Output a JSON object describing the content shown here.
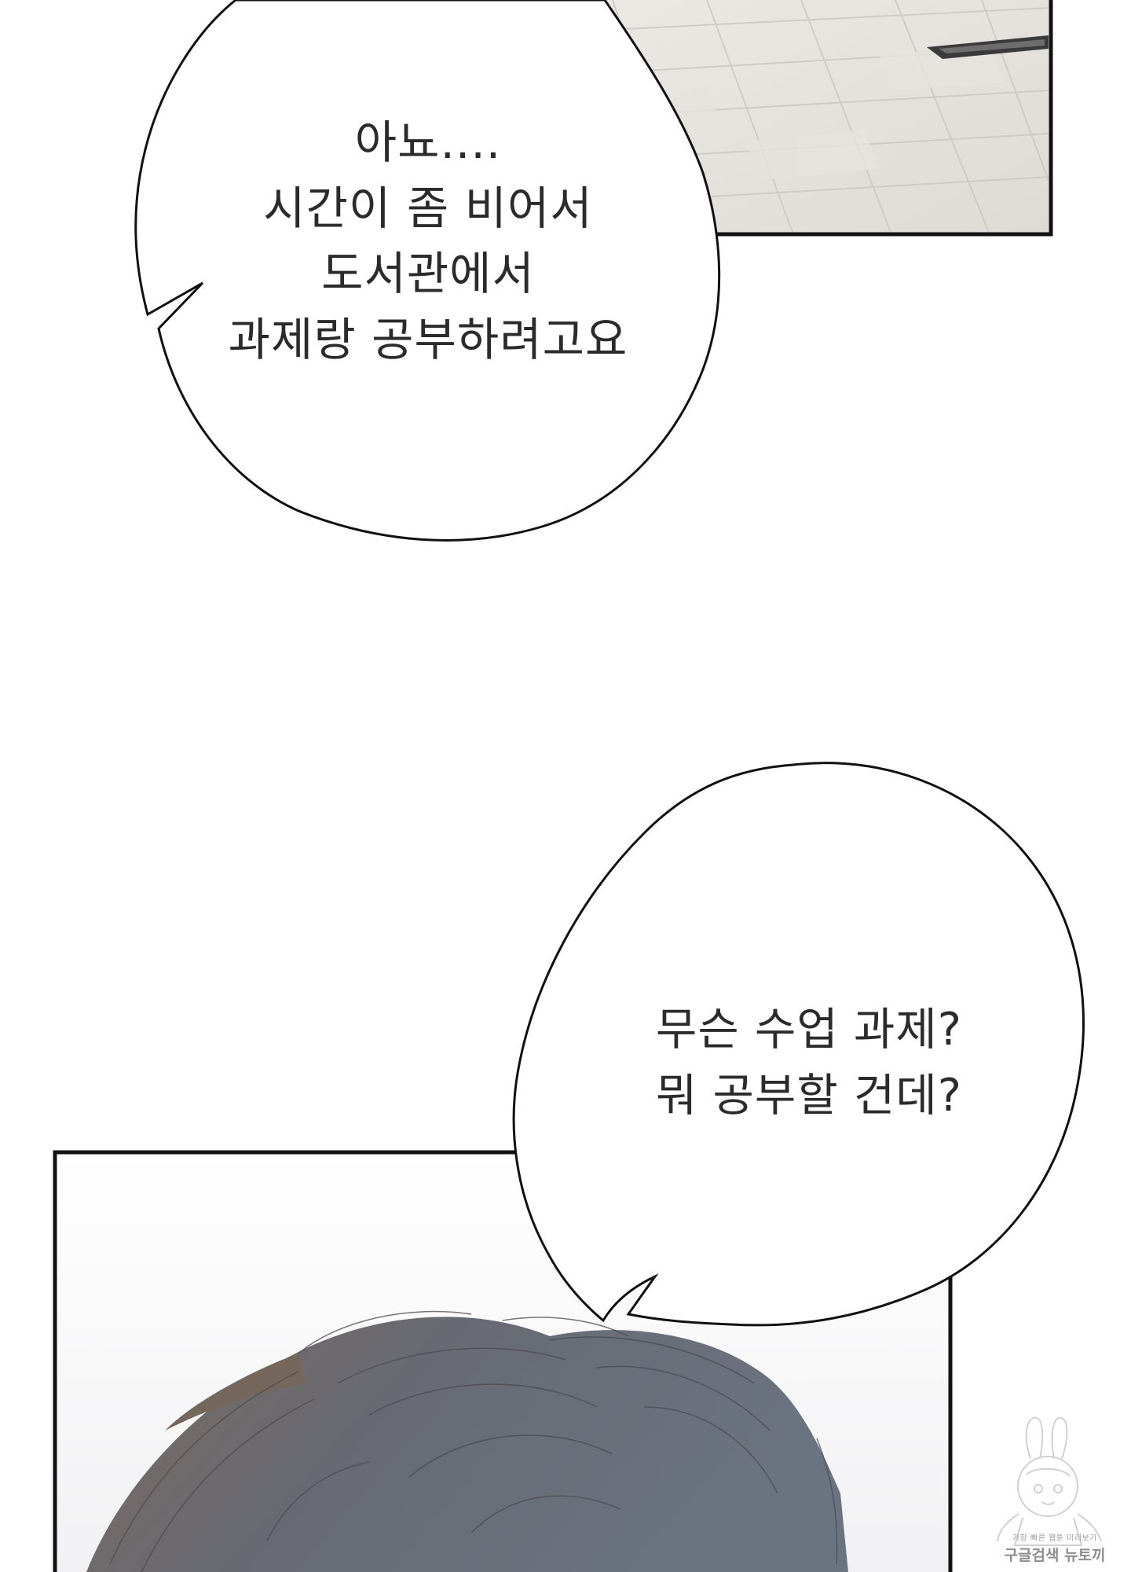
{
  "speech_bubble_top": {
    "lines": [
      "아뇨....",
      "시간이 좀 비어서",
      "도서관에서",
      "과제랑 공부하려고요"
    ]
  },
  "speech_bubble_bottom": {
    "lines": [
      "무슨 수업 과제?",
      "뭐 공부할 건데?"
    ]
  },
  "watermark": {
    "small_text": "가장 빠른 웹툰 미리보기",
    "large_text": "구글검색 뉴토끼"
  }
}
